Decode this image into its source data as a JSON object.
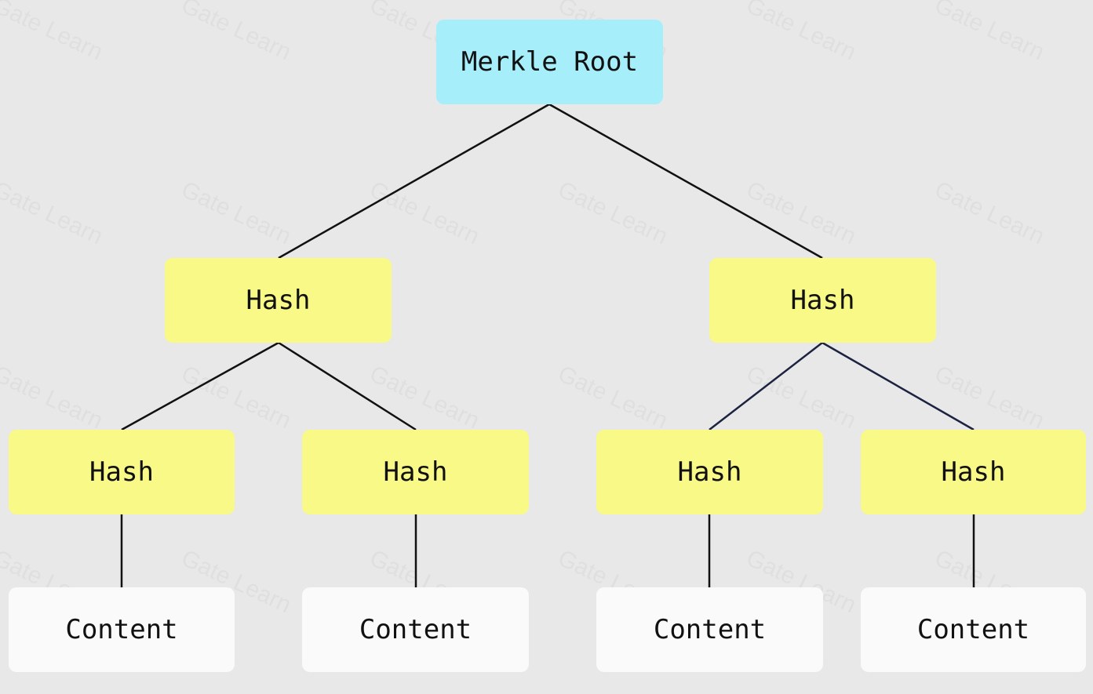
{
  "diagram": {
    "watermark_text": "Gate Learn",
    "root": {
      "label": "Merkle Root"
    },
    "level1": [
      {
        "label": "Hash"
      },
      {
        "label": "Hash"
      }
    ],
    "level2": [
      {
        "label": "Hash"
      },
      {
        "label": "Hash"
      },
      {
        "label": "Hash"
      },
      {
        "label": "Hash"
      }
    ],
    "leaves": [
      {
        "label": "Content"
      },
      {
        "label": "Content"
      },
      {
        "label": "Content"
      },
      {
        "label": "Content"
      }
    ],
    "colors": {
      "background": "#e8e8e8",
      "root_fill": "#a6eefa",
      "hash_fill": "#f8f986",
      "content_fill": "#fafafa",
      "edge": "#111111",
      "edge_right_subtree": "#1c2340"
    }
  }
}
